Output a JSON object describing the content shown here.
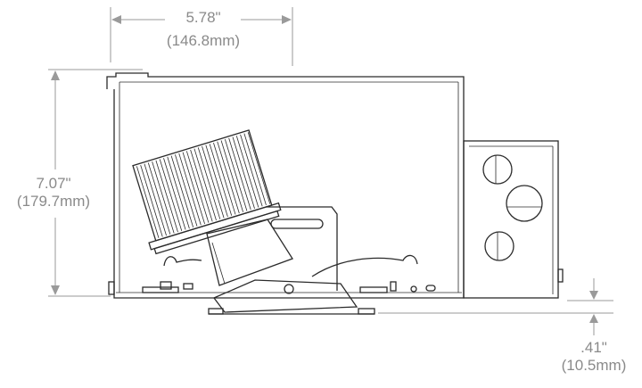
{
  "dimensions": {
    "width": {
      "imperial": "5.78\"",
      "metric": "(146.8mm)"
    },
    "height": {
      "imperial": "7.07\"",
      "metric": "(179.7mm)"
    },
    "flange": {
      "imperial": ".41\"",
      "metric": "(10.5mm)"
    }
  },
  "colors": {
    "line": "#2b2b2b",
    "dimension": "#9a9a9a",
    "label": "#8a8a8a"
  }
}
